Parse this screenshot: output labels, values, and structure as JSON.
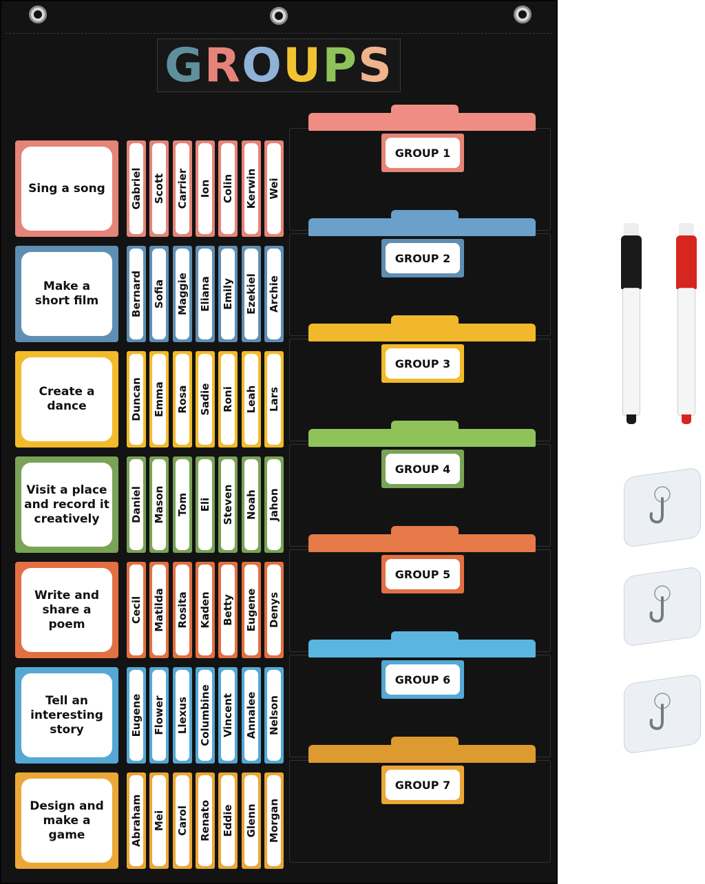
{
  "title": {
    "letters": [
      {
        "char": "G",
        "color": "#5f8f9c"
      },
      {
        "char": "R",
        "color": "#e6847a"
      },
      {
        "char": "O",
        "color": "#8fb2d6"
      },
      {
        "char": "U",
        "color": "#f1c232"
      },
      {
        "char": "P",
        "color": "#8fc35a"
      },
      {
        "char": "S",
        "color": "#f0b48c"
      }
    ]
  },
  "rows": [
    {
      "task": "Sing a song",
      "group": "GROUP 1",
      "color": "#e58478",
      "tab_color": "#ef8d84",
      "names": [
        "Gabriel",
        "Scott",
        "Carrier",
        "Ion",
        "Colin",
        "Kerwin",
        "Wei"
      ]
    },
    {
      "task": "Make a short film",
      "group": "GROUP 2",
      "color": "#5e8fb3",
      "tab_color": "#6aa0c9",
      "names": [
        "Bernard",
        "Sofia",
        "Maggie",
        "Eliana",
        "Emily",
        "Ezekiel",
        "Archie"
      ]
    },
    {
      "task": "Create a dance",
      "group": "GROUP 3",
      "color": "#f3bb2b",
      "tab_color": "#f2b82c",
      "names": [
        "Duncan",
        "Emma",
        "Rosa",
        "Sadie",
        "Roni",
        "Leah",
        "Lars"
      ]
    },
    {
      "task": "Visit a place and record it creatively",
      "group": "GROUP 4",
      "color": "#79a356",
      "tab_color": "#8fc35a",
      "names": [
        "Daniel",
        "Mason",
        "Tom",
        "Eli",
        "Steven",
        "Noah",
        "Jahon"
      ]
    },
    {
      "task": "Write and share a poem",
      "group": "GROUP 5",
      "color": "#e27042",
      "tab_color": "#e67a48",
      "names": [
        "Cecil",
        "Matilda",
        "Rosita",
        "Kaden",
        "Betty",
        "Eugene",
        "Denys"
      ]
    },
    {
      "task": "Tell an interesting story",
      "group": "GROUP 6",
      "color": "#55a8d4",
      "tab_color": "#5ab5e0",
      "names": [
        "Eugene",
        "Flower",
        "Llexus",
        "Columbine",
        "Vincent",
        "Annalee",
        "Nelson"
      ]
    },
    {
      "task": "Design and make a game",
      "group": "GROUP 7",
      "color": "#eba737",
      "tab_color": "#dc9a2f",
      "names": [
        "Abraham",
        "Mei",
        "Carol",
        "Renato",
        "Eddie",
        "Glenn",
        "Morgan"
      ]
    }
  ],
  "accessories": {
    "marker_colors": [
      "#1a1a1a",
      "#d7261e"
    ],
    "hook_count": 3,
    "icons": [
      "dry-erase-marker",
      "adhesive-hook"
    ]
  }
}
